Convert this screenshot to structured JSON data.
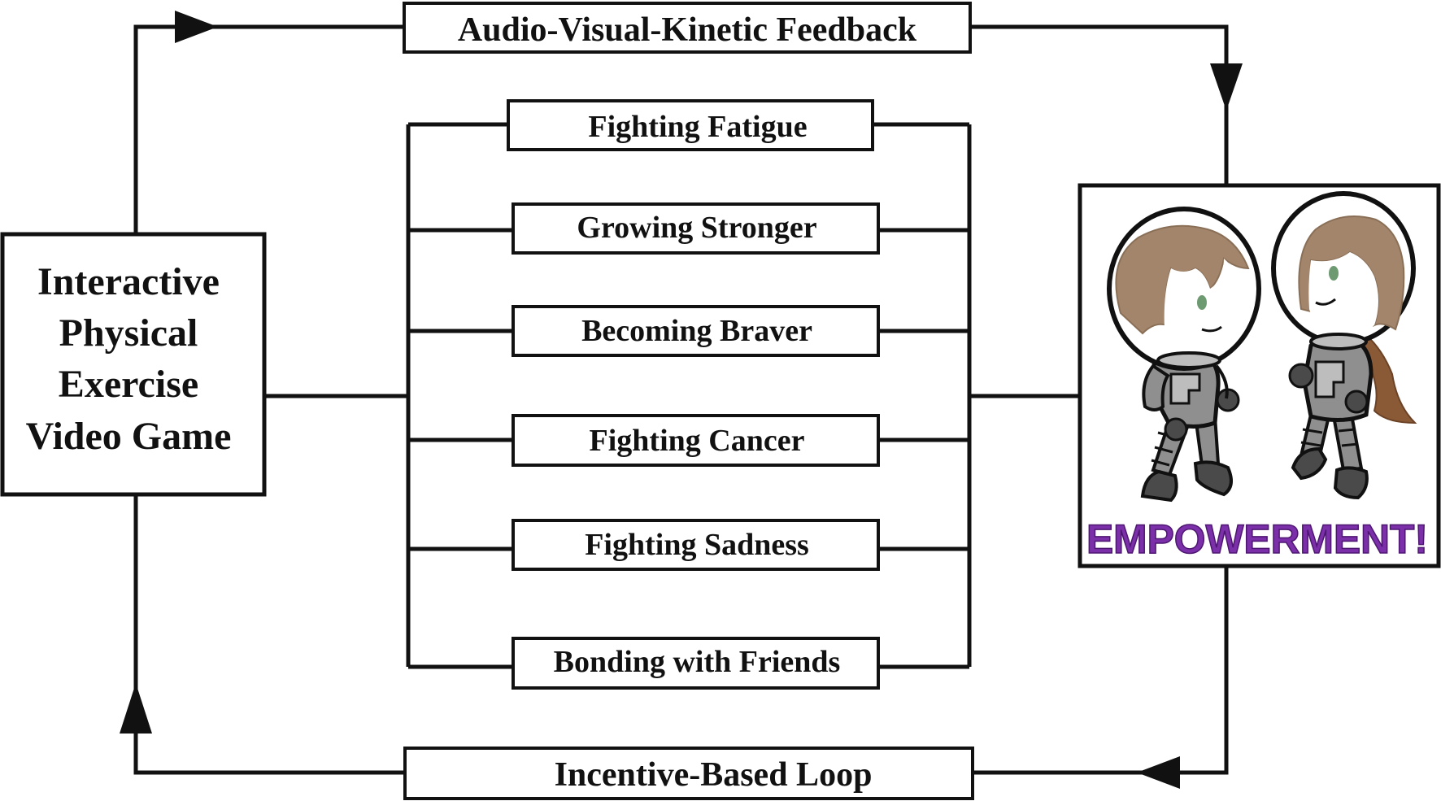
{
  "diagram": {
    "left_box": {
      "lines": [
        "Interactive",
        "Physical",
        "Exercise",
        "Video Game"
      ]
    },
    "top_box": {
      "label": "Audio-Visual-Kinetic Feedback"
    },
    "bottom_box": {
      "label": "Incentive-Based Loop"
    },
    "middle_boxes": [
      {
        "label": "Fighting Fatigue"
      },
      {
        "label": "Growing Stronger"
      },
      {
        "label": "Becoming Braver"
      },
      {
        "label": "Fighting Cancer"
      },
      {
        "label": "Fighting Sadness"
      },
      {
        "label": "Bonding with Friends"
      }
    ],
    "right_box": {
      "caption": "EMPOWERMENT!"
    },
    "illustration": {
      "icon": "two-astronaut-characters-icon"
    },
    "colors": {
      "line": "#111111",
      "caption": "#7b2fa8",
      "hair": "#a3856b",
      "suit": "#8f8f8f",
      "eye": "#6e9a72"
    }
  }
}
